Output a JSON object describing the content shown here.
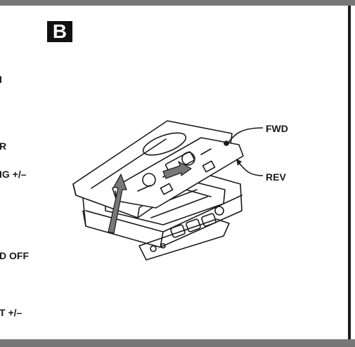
{
  "section": {
    "badge": "B"
  },
  "left_labels": [
    {
      "text": "R"
    },
    {
      "text": "IG +/–"
    },
    {
      "text": "D OFF"
    },
    {
      "text": "T +/–"
    }
  ],
  "left_mark": {
    "text": "I"
  },
  "callouts": {
    "fwd": "FWD",
    "rev": "REV"
  },
  "colors": {
    "frame_bar": "#777777",
    "ink": "#1a1a1a",
    "badge_bg": "#111111",
    "badge_fg": "#ffffff"
  },
  "illustration": {
    "subject": "cassette-player-with-open-lid-icon"
  }
}
